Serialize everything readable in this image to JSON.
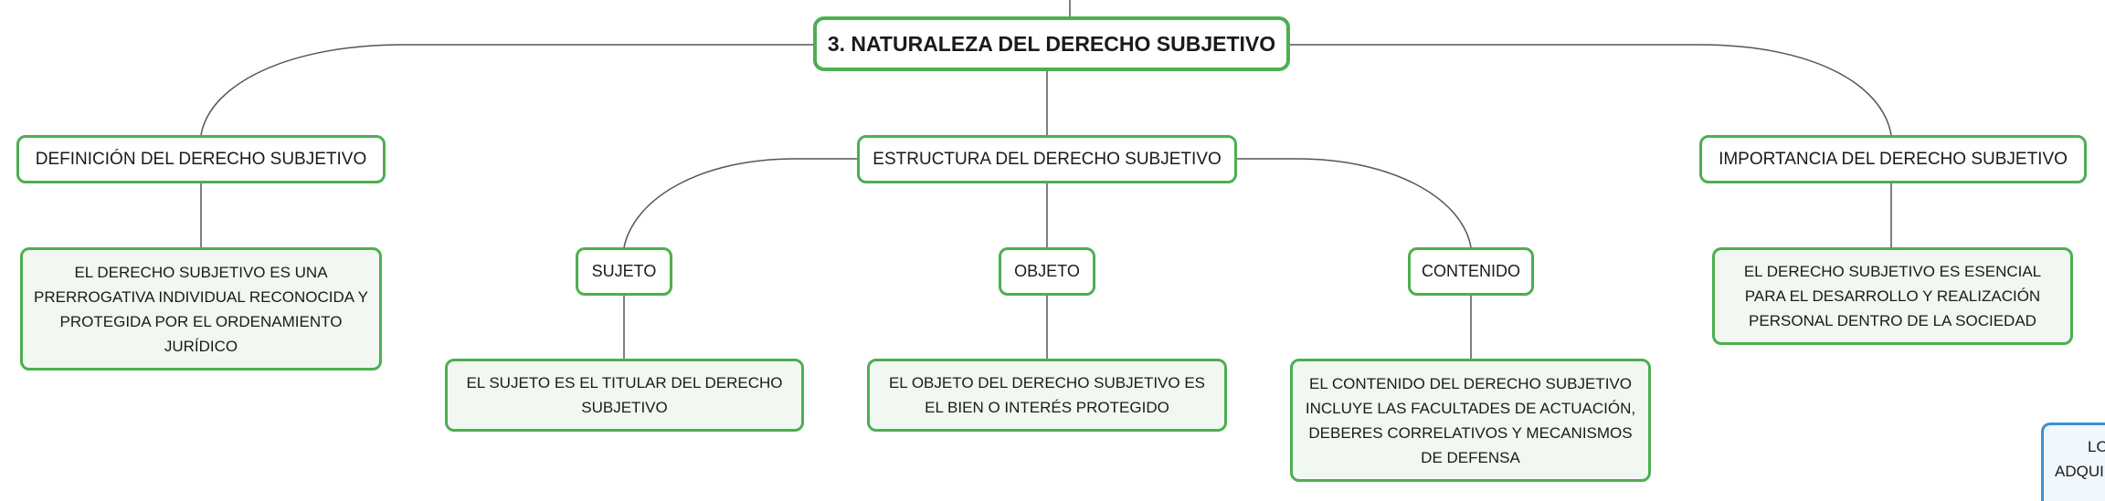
{
  "mindmap": {
    "root": "3. NATURALEZA DEL DERECHO SUBJETIVO",
    "definicion": {
      "title": "DEFINICIÓN DEL DERECHO SUBJETIVO",
      "detail": "EL DERECHO SUBJETIVO ES UNA PRERROGATIVA INDIVIDUAL RECONOCIDA Y PROTEGIDA POR EL ORDENAMIENTO JURÍDICO"
    },
    "estructura": {
      "title": "ESTRUCTURA DEL DERECHO SUBJETIVO",
      "sujeto": {
        "title": "SUJETO",
        "detail": "EL SUJETO ES EL TITULAR DEL DERECHO SUBJETIVO"
      },
      "objeto": {
        "title": "OBJETO",
        "detail": "EL OBJETO DEL DERECHO SUBJETIVO ES EL BIEN O INTERÉS PROTEGIDO"
      },
      "contenido": {
        "title": "CONTENIDO",
        "detail": "EL CONTENIDO DEL DERECHO SUBJETIVO INCLUYE LAS FACULTADES DE ACTUACIÓN, DEBERES CORRELATIVOS Y MECANISMOS DE DEFENSA"
      }
    },
    "importancia": {
      "title": "IMPORTANCIA DEL DERECHO SUBJETIVO",
      "detail": "EL DERECHO SUBJETIVO ES ESENCIAL PARA EL DESARROLLO Y REALIZACIÓN PERSONAL DENTRO DE LA SOCIEDAD"
    },
    "offscreen_node": {
      "line1": "LOS",
      "line2": "ADQUI"
    }
  },
  "colors": {
    "node_border": "#4caf50",
    "leaf_fill": "#f1f8f2",
    "connector": "#555555",
    "offscreen_border": "#3b8fd6"
  }
}
